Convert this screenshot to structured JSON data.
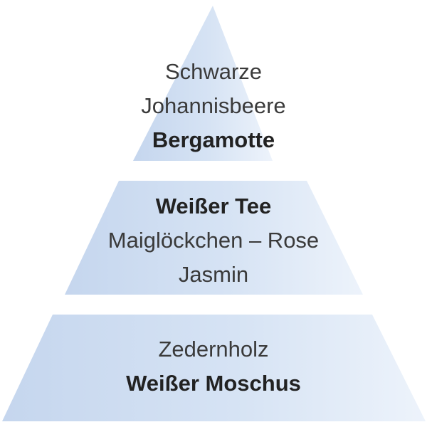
{
  "pyramid": {
    "top": {
      "line1": "Schwarze",
      "line2": "Johannisbeere",
      "line3": "Bergamotte"
    },
    "middle": {
      "line1": "Weißer Tee",
      "line2": "Maiglöckchen – Rose",
      "line3": "Jasmin"
    },
    "bottom": {
      "line1": "Zedernholz",
      "line2": "Weißer Moschus"
    }
  },
  "colors": {
    "tier_light": "#eaf1fb",
    "tier_dark": "#c7d8ef"
  }
}
